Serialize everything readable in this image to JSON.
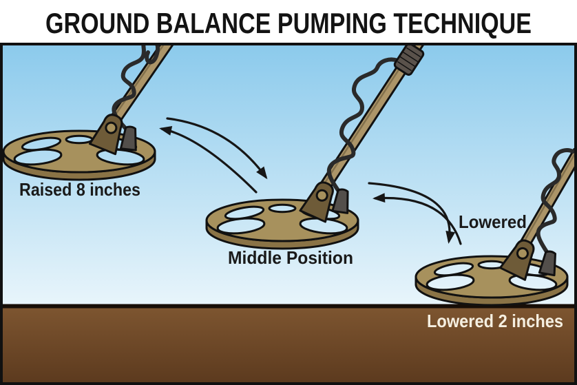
{
  "title": "GROUND BALANCE PUMPING TECHNIQUE",
  "scene": {
    "description": "metal-detector-coil-pumping-illustration",
    "positions": [
      {
        "id": "raised",
        "label": "Raised 8 inches"
      },
      {
        "id": "middle",
        "label": "Middle Position"
      },
      {
        "id": "lowered",
        "annotation": "Lowered",
        "label": "Lowered 2 inches"
      }
    ],
    "motion_arrows": 2
  },
  "colors": {
    "title_bg": "#FFFFFF",
    "title_text": "#131313",
    "label_text": "#1A1A1A",
    "lowered_text": "#F5EFE1",
    "outline": "#111111",
    "arrow": "#161616",
    "sky_top": "#8BCAEC",
    "sky_bottom": "#E9F5FB",
    "ground_top": "#7D5530",
    "ground_bottom": "#5C3A1E",
    "ground_line": "#170E07",
    "coil_face": "#A7915D",
    "coil_rim": "#8A7346",
    "shaft": "#AC9568",
    "shaft_shade": "#82704C",
    "bracket": "#6E5B38",
    "cable": "#2A2A2A",
    "connector": "#534F4B",
    "collar": "#5A524B"
  }
}
